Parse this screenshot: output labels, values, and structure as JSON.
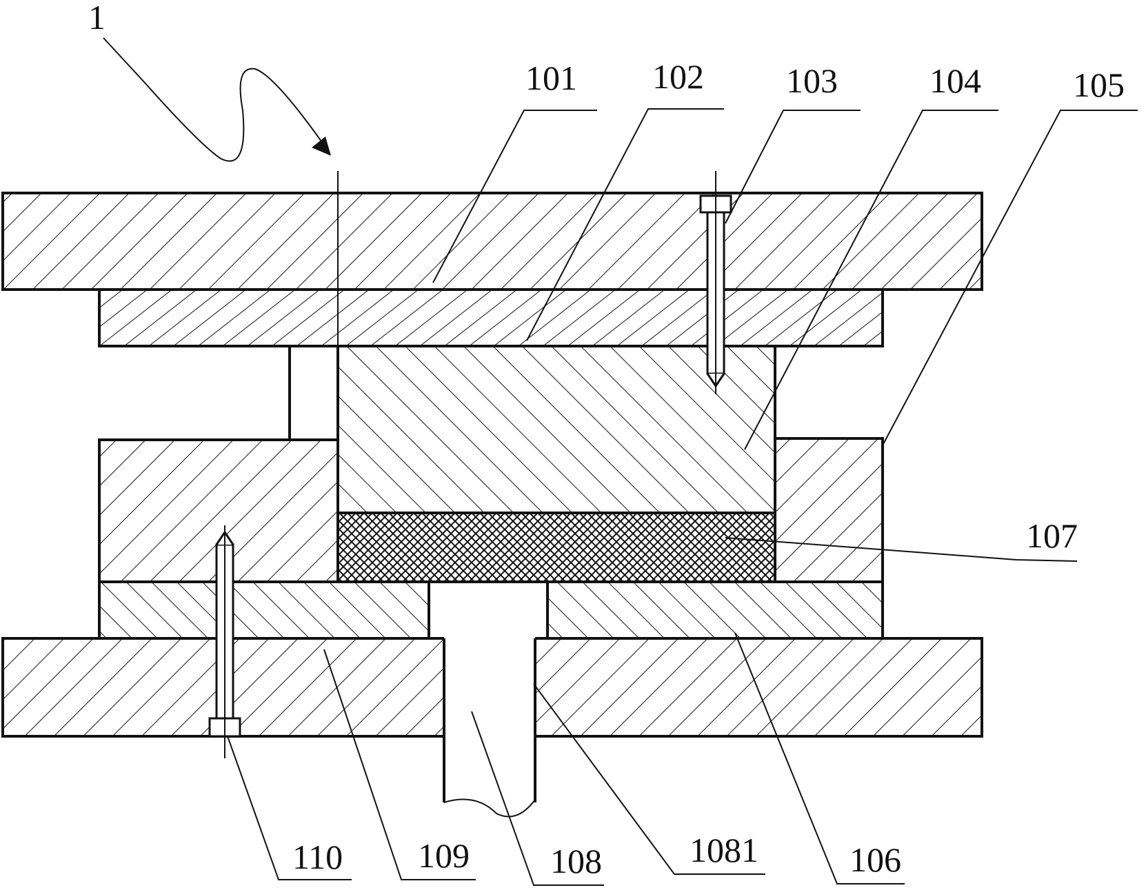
{
  "figure_ref": "1",
  "labels": {
    "l101": "101",
    "l102": "102",
    "l103": "103",
    "l104": "104",
    "l105": "105",
    "l106": "106",
    "l107": "107",
    "l108": "108",
    "l1081": "1081",
    "l109": "109",
    "l110": "110"
  }
}
